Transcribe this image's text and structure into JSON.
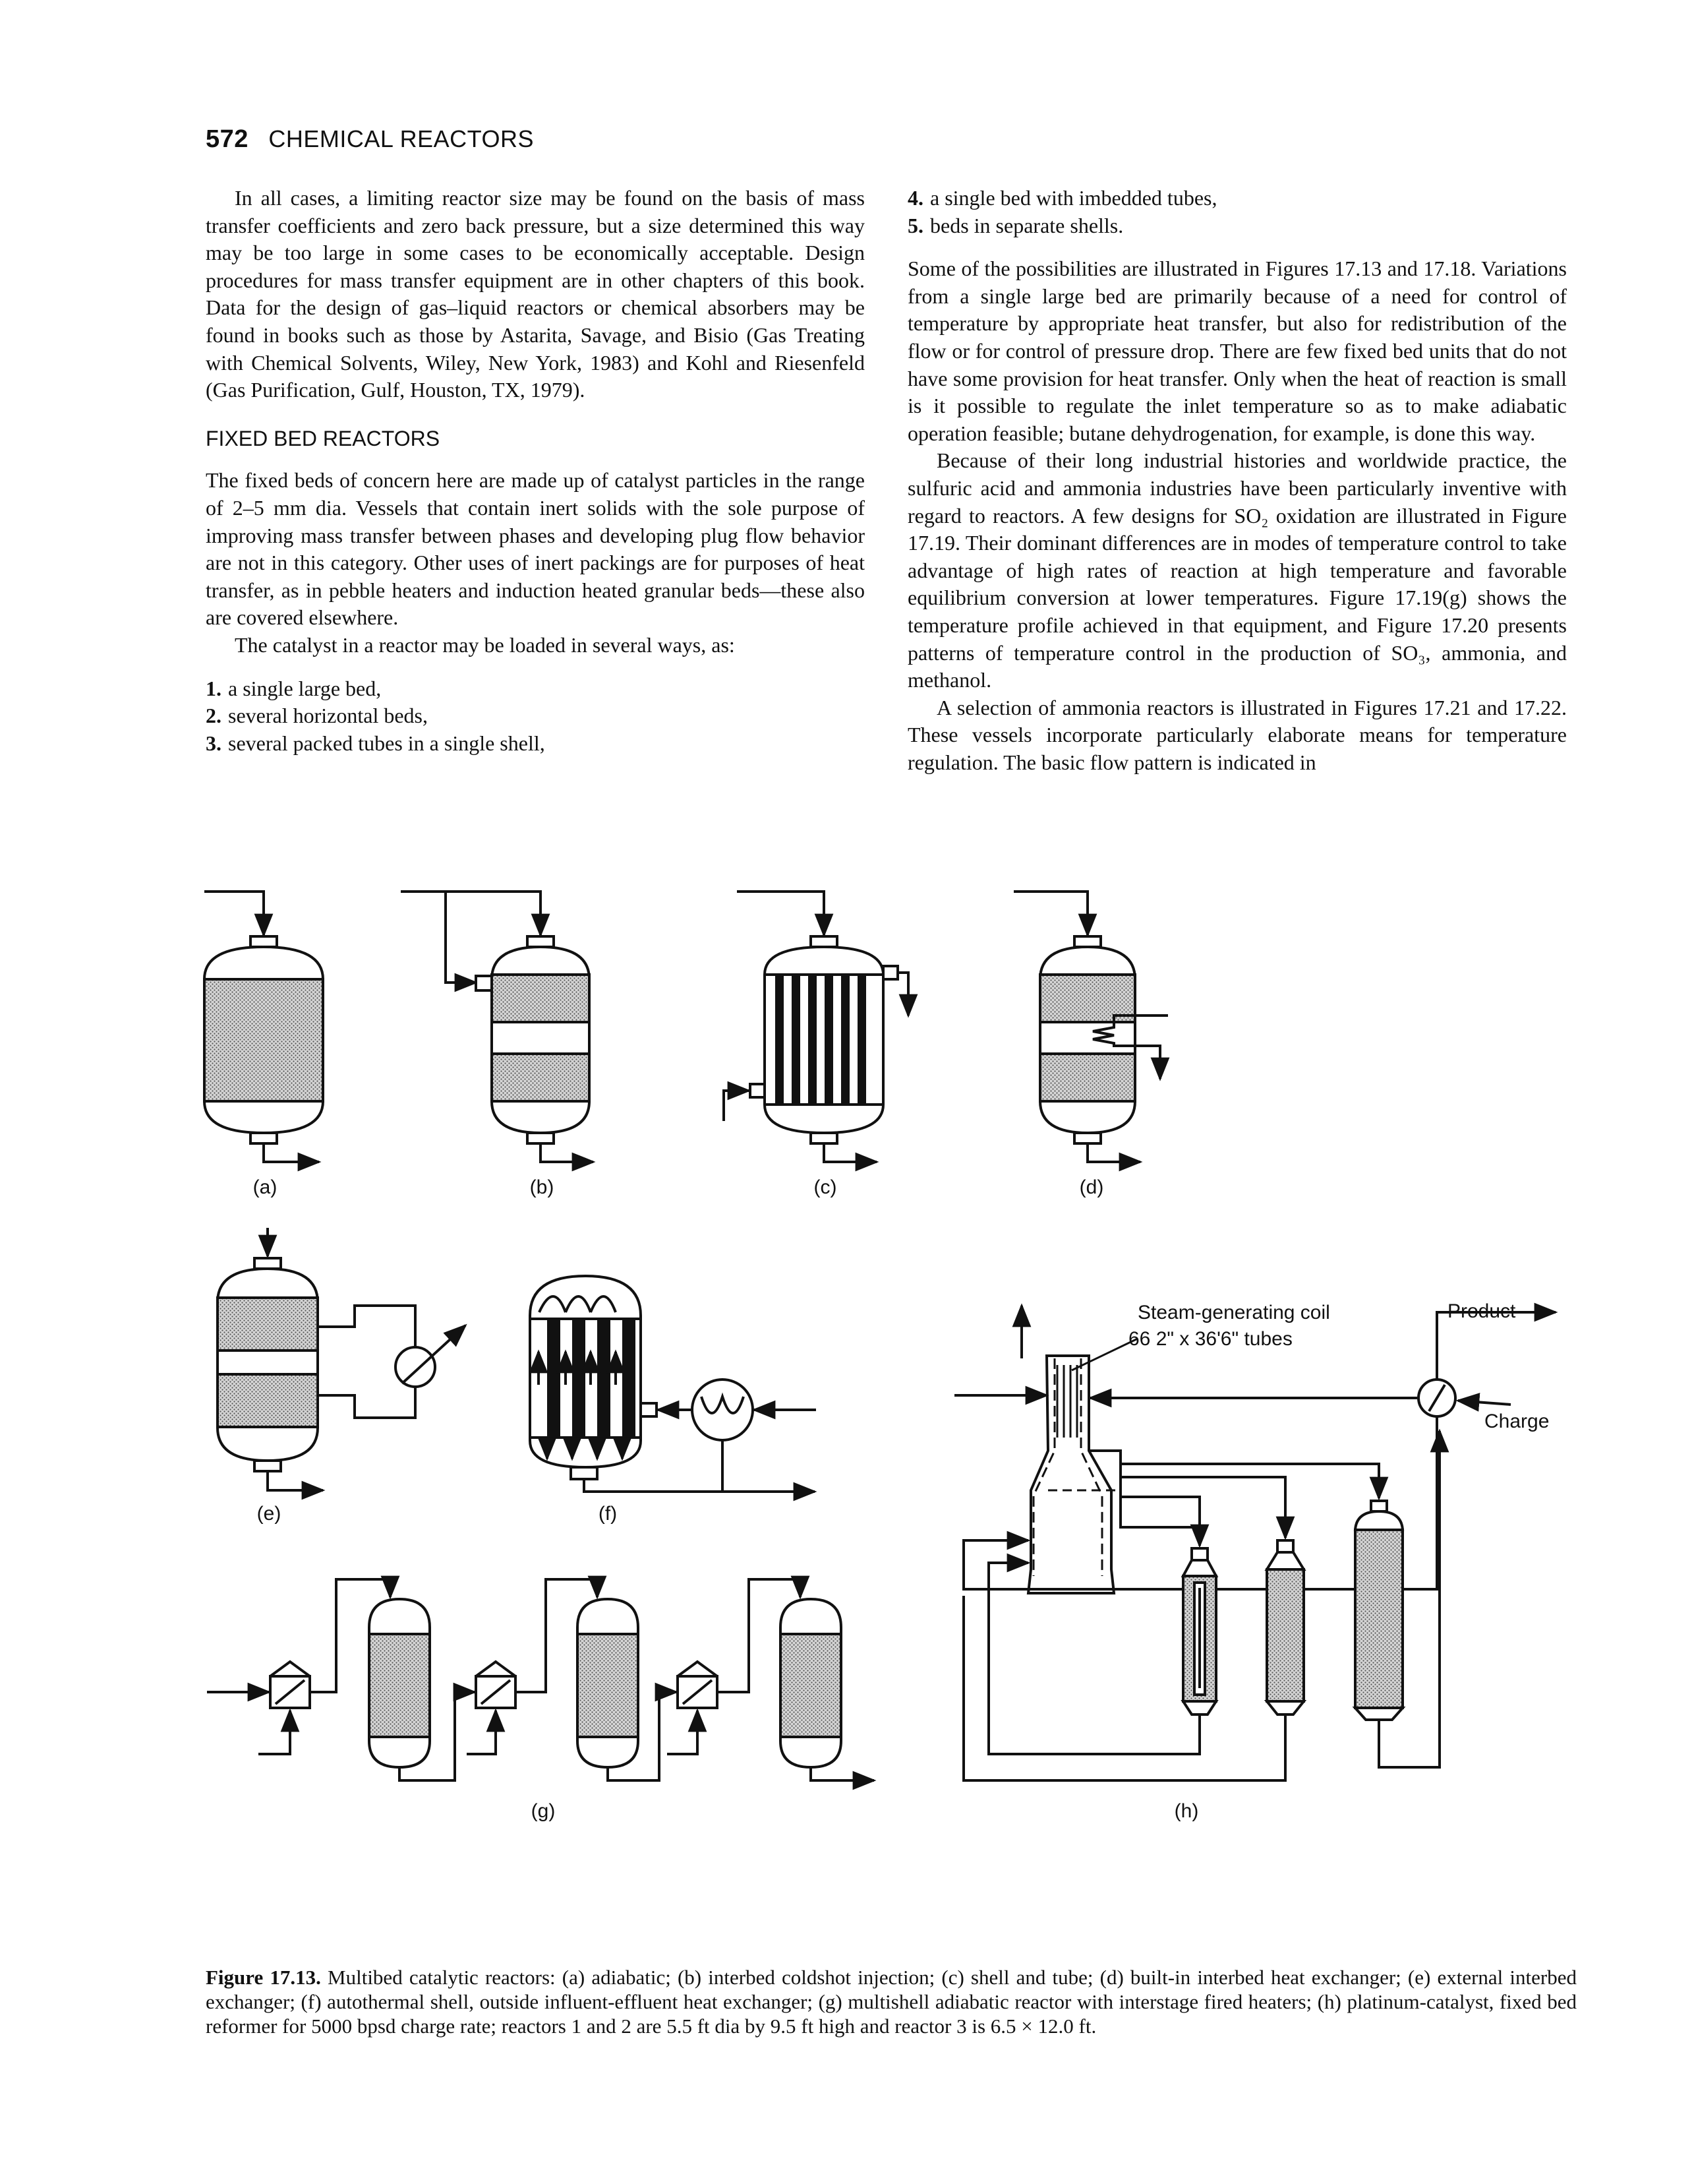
{
  "header": {
    "page_number": "572",
    "running_title": "CHEMICAL REACTORS"
  },
  "left_column": {
    "para1": "In all cases, a limiting reactor size may be found on the basis of mass transfer coefficients and zero back pressure, but a size determined this way may be too large in some cases to be economically acceptable. Design procedures for mass transfer equipment are in other chapters of this book. Data for the design of gas–liquid reactors or chemical absorbers may be found in books such as those by Astarita, Savage, and Bisio (Gas Treating with Chemical Solvents, Wiley, New York, 1983) and Kohl and Riesenfeld (Gas Purification, Gulf, Houston, TX, 1979).",
    "section_heading": "FIXED BED REACTORS",
    "para2": "The fixed beds of concern here are made up of catalyst particles in the range of 2–5 mm dia. Vessels that contain inert solids with the sole purpose of improving mass transfer between phases and developing plug flow behavior are not in this category. Other uses of inert packings are for purposes of heat transfer, as in pebble heaters and induction heated granular beds—these also are covered elsewhere.",
    "para3": "The catalyst in a reactor may be loaded in several ways, as:",
    "list": [
      {
        "num": "1.",
        "text": "a single large bed,"
      },
      {
        "num": "2.",
        "text": "several horizontal beds,"
      },
      {
        "num": "3.",
        "text": "several packed tubes in a single shell,"
      }
    ]
  },
  "right_column": {
    "list": [
      {
        "num": "4.",
        "text": "a single bed with imbedded tubes,"
      },
      {
        "num": "5.",
        "text": "beds in separate shells."
      }
    ],
    "para1": "Some of the possibilities are illustrated in Figures 17.13 and 17.18. Variations from a single large bed are primarily because of a need for control of temperature by appropriate heat transfer, but also for redistribution of the flow or for control of pressure drop. There are few fixed bed units that do not have some provision for heat transfer. Only when the heat of reaction is small is it possible to regulate the inlet temperature so as to make adiabatic operation feasible; butane dehydrogenation, for example, is done this way.",
    "para2": "Because of their long industrial histories and worldwide practice, the sulfuric acid and ammonia industries have been particularly inventive with regard to reactors. A few designs for SO₂ oxidation are illustrated in Figure 17.19. Their dominant differences are in modes of temperature control to take advantage of high rates of reaction at high temperature and favorable equilibrium conversion at lower temperatures. Figure 17.19(g) shows the temperature profile achieved in that equipment, and Figure 17.20 presents patterns of temperature control in the production of SO₃, ammonia, and methanol.",
    "para3": "A selection of ammonia reactors is illustrated in Figures 17.21 and 17.22. These vessels incorporate particularly elaborate means for temperature regulation. The basic flow pattern is indicated in"
  },
  "figure": {
    "labels": {
      "a": "(a)",
      "b": "(b)",
      "c": "(c)",
      "d": "(d)",
      "e": "(e)",
      "f": "(f)",
      "g": "(g)",
      "h": "(h)"
    },
    "annotation_coil": "Steam-generating coil",
    "annotation_tubes": "66 2\" x 36'6\" tubes",
    "annotation_product": "Product",
    "annotation_charge": "Charge"
  },
  "caption": {
    "label": "Figure 17.13.",
    "text": "Multibed catalytic reactors: (a) adiabatic; (b) interbed coldshot injection; (c) shell and tube; (d) built-in interbed heat exchanger; (e) external interbed exchanger; (f) autothermal shell, outside influent-effluent heat exchanger; (g) multishell adiabatic reactor with interstage fired heaters; (h) platinum-catalyst, fixed bed reformer for 5000 bpsd charge rate; reactors 1 and 2 are 5.5 ft dia by 9.5 ft high and reactor 3 is 6.5 × 12.0 ft."
  },
  "colors": {
    "ink": "#111111",
    "catalyst_fill": "#c8c8c8",
    "tube_fill": "#111111"
  }
}
